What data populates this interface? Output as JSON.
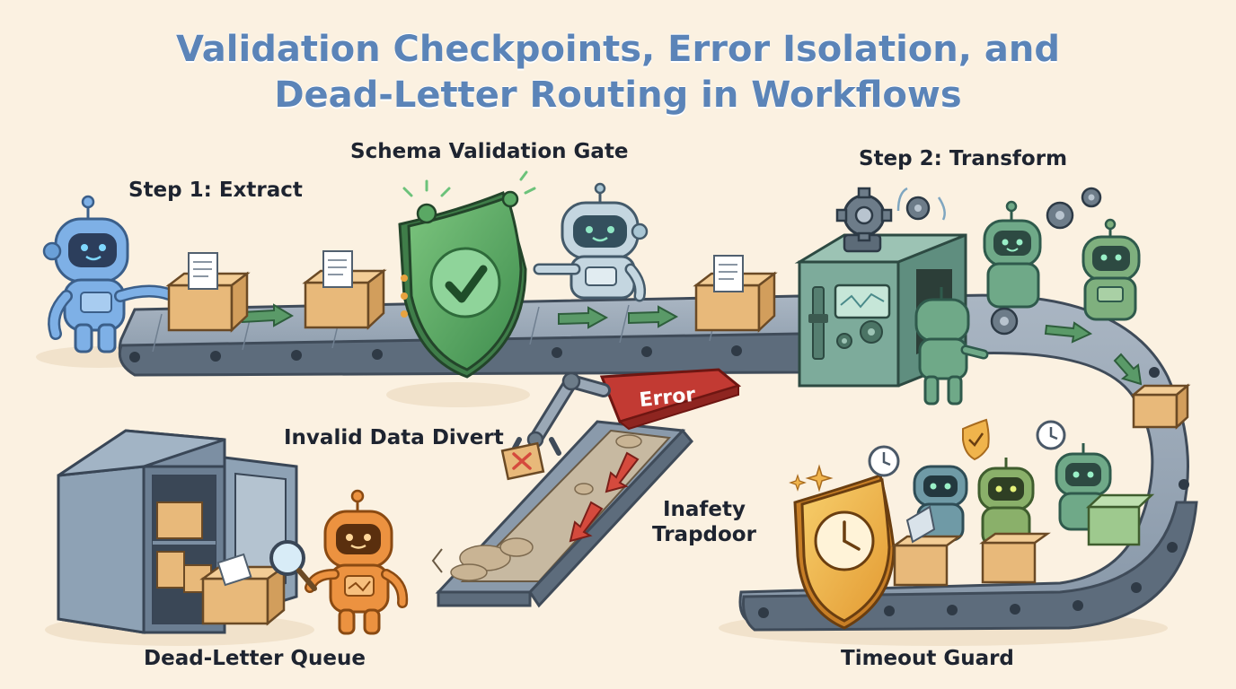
{
  "title": {
    "line1": "Validation Checkpoints, Error Isolation, and",
    "line2": "Dead-Letter Routing in Workflows"
  },
  "labels": {
    "step1": "Step 1: Extract",
    "gate": "Schema Validation Gate",
    "step2": "Step 2: Transform",
    "divert": "Invalid Data Divert",
    "trapdoor_line1": "Inafety",
    "trapdoor_line2": "Trapdoor",
    "dlq": "Dead-Letter Queue",
    "timeout": "Timeout Guard"
  },
  "badges": {
    "error": "Error"
  },
  "colors": {
    "background": "#fbf1e1",
    "title": "#5b84b8",
    "belt": "#7d8ea0",
    "belt_dark": "#4c5a6b",
    "shield_green": "#5aa864",
    "box": "#e8b97a",
    "error_red": "#d9443c",
    "robot_blue": "#7eb0e6",
    "robot_green": "#6fa988",
    "robot_orange": "#ec9240",
    "shield_gold": "#f0b44c"
  }
}
